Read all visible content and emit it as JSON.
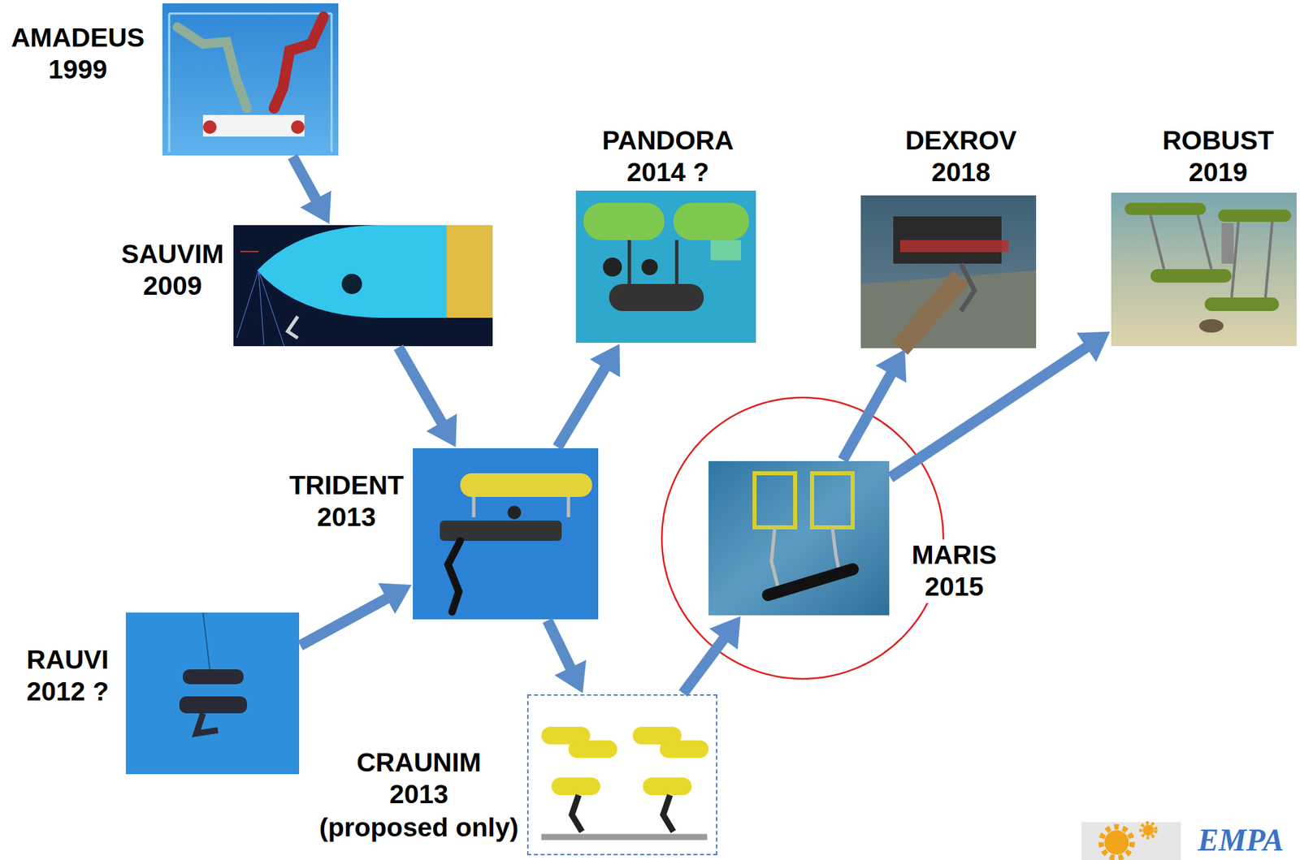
{
  "diagram": {
    "nodes": [
      {
        "text": [
          "AMADEUS 1999"
        ]
      },
      {
        "text": [
          "PANDORA 2014 ?"
        ]
      },
      {
        "text": [
          "DEXROV 2018"
        ]
      },
      {
        "text": [
          "ROBUST 2019"
        ]
      },
      {
        "text": [
          "SAUVIM 2009"
        ]
      },
      {
        "text": [
          "TRIDENT 2013"
        ]
      },
      {
        "text": [
          "MARIS 2015"
        ]
      },
      {
        "text": [
          "RAUVI 2012 ?"
        ]
      },
      {
        "text": [
          "CRAUNIM 2013",
          "(proposed only)"
        ]
      }
    ],
    "edges": [
      {
        "from": 0,
        "to": 4,
        "arrow": "to"
      },
      {
        "from": 4,
        "to": 5,
        "arrow": "to"
      },
      {
        "from": 7,
        "to": 5,
        "arrow": "to"
      },
      {
        "from": 5,
        "to": 1,
        "arrow": "to"
      },
      {
        "from": 5,
        "to": 8,
        "arrow": "to"
      },
      {
        "from": 8,
        "to": 6,
        "arrow": "to"
      },
      {
        "from": 6,
        "to": 2,
        "arrow": "to"
      },
      {
        "from": 6,
        "to": 3,
        "arrow": "to"
      }
    ],
    "labels": [
      "EMPA"
    ]
  }
}
